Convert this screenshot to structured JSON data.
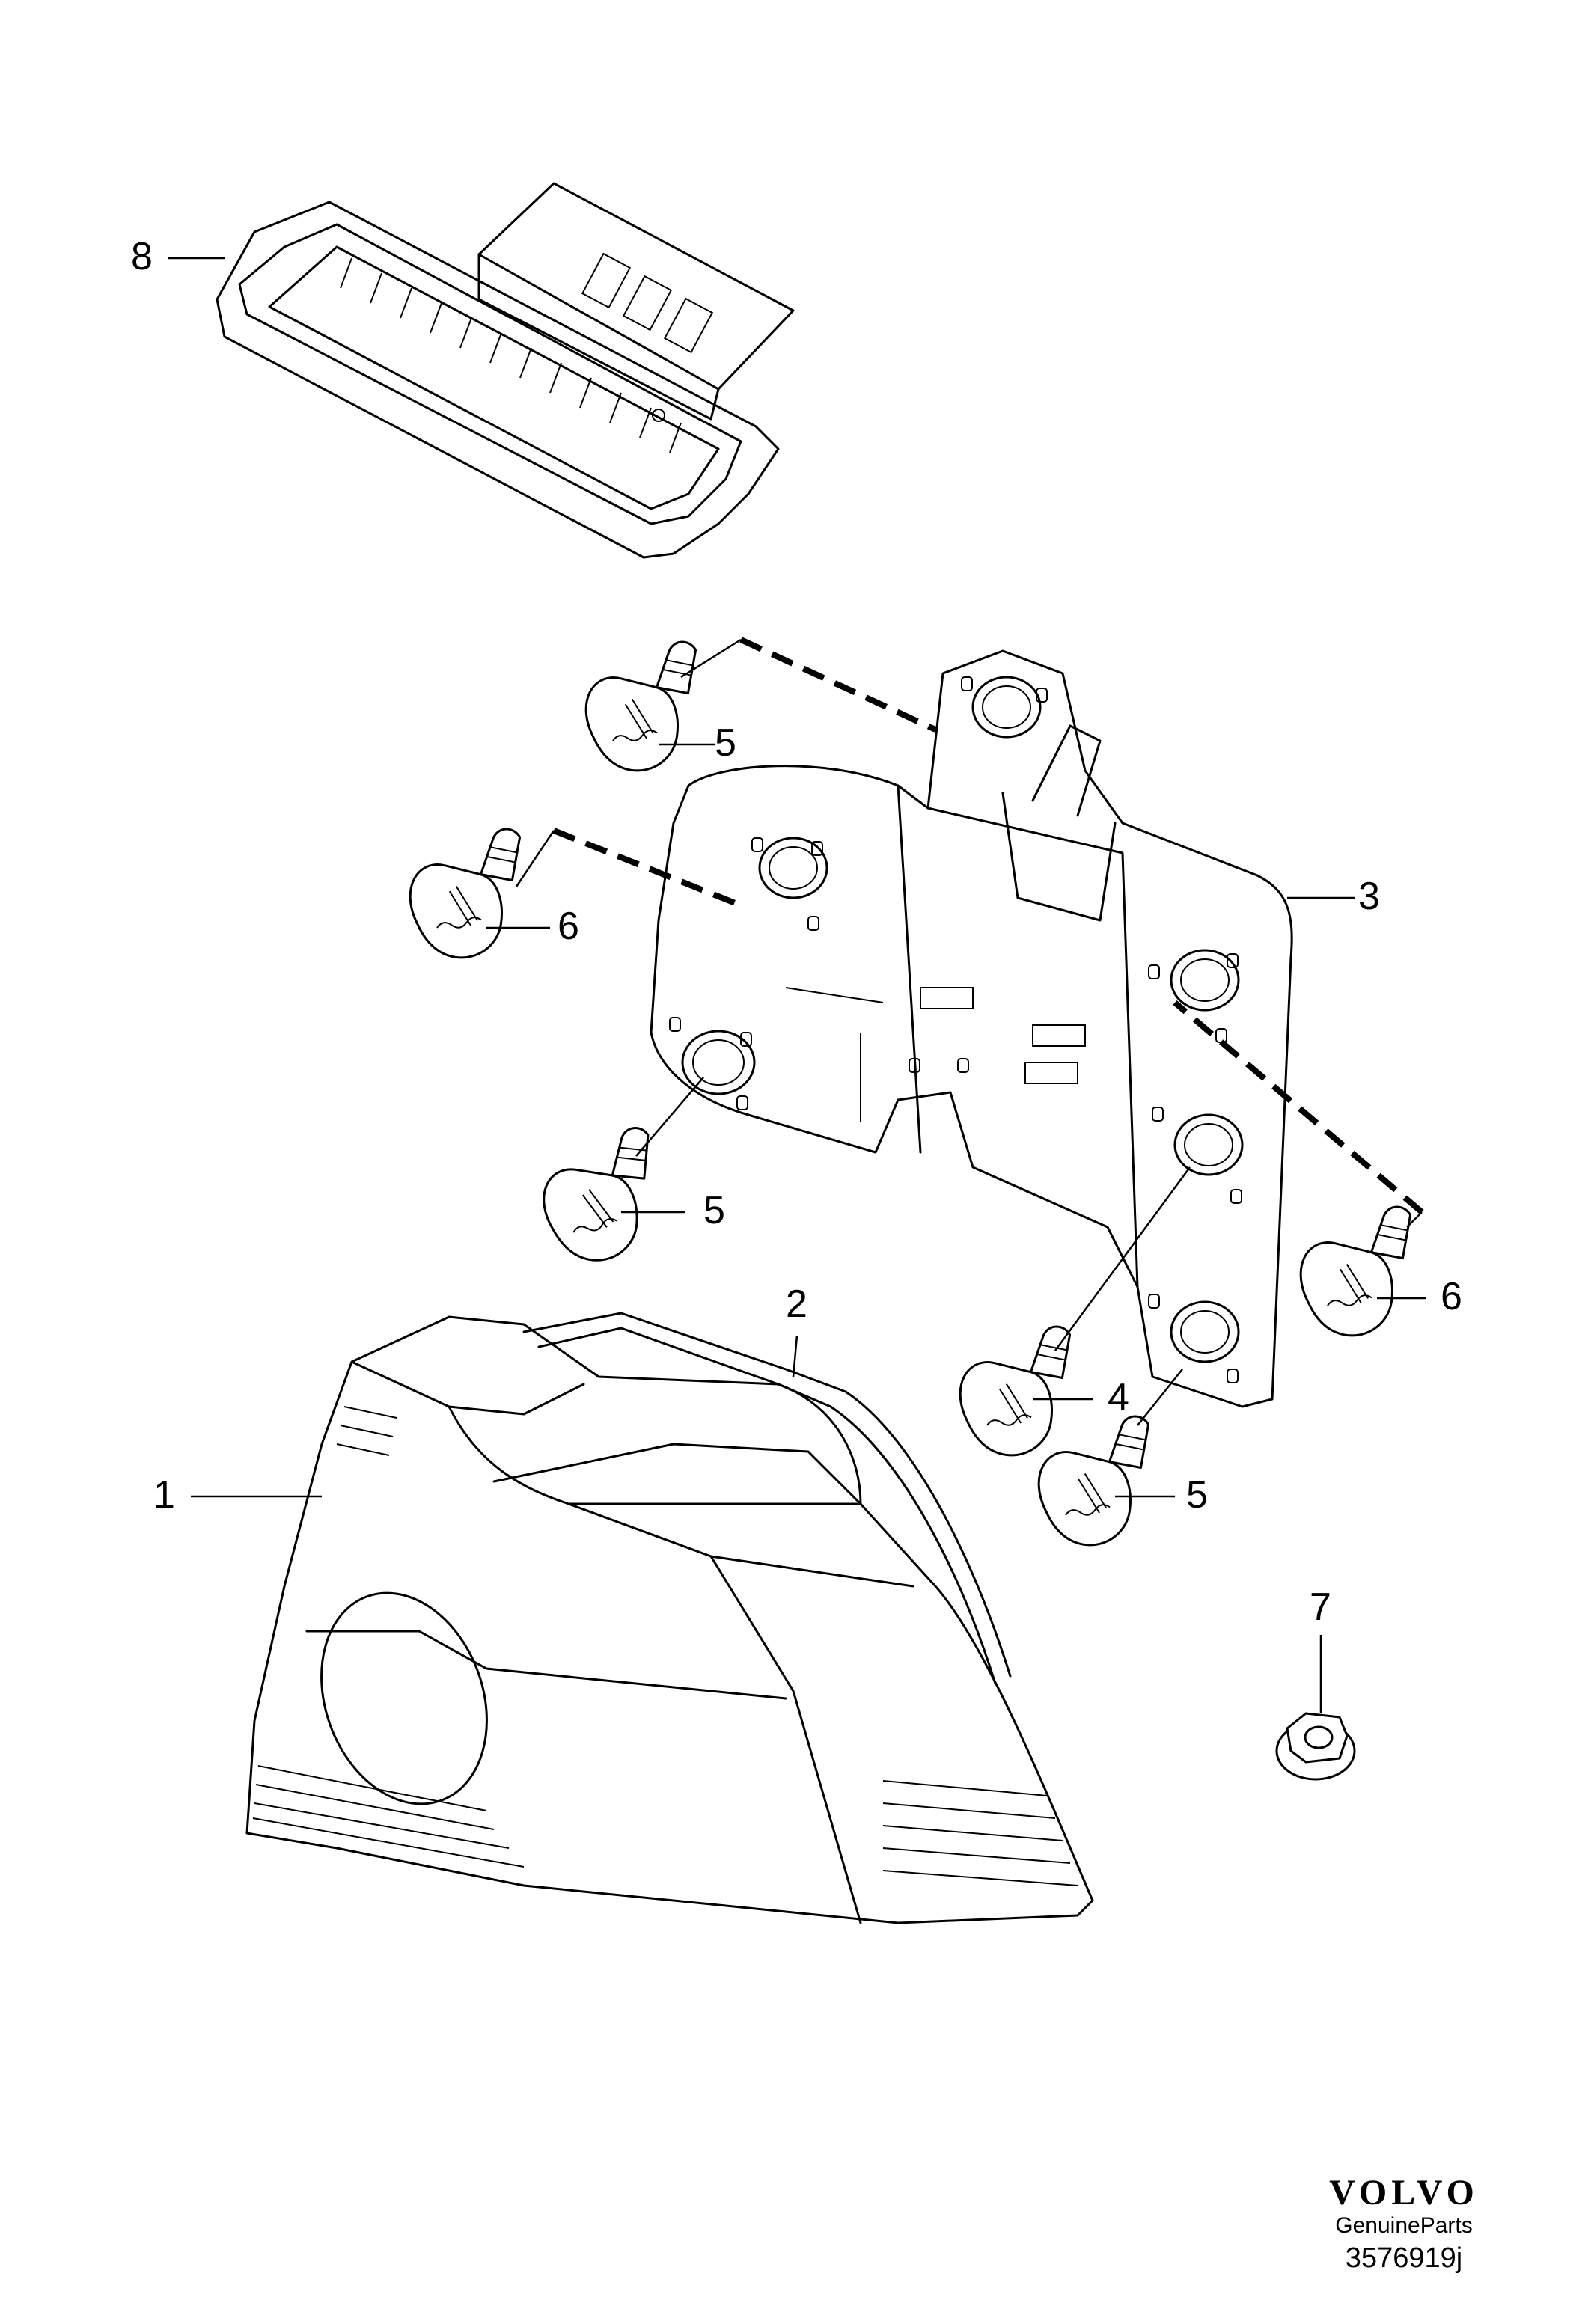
{
  "callouts": {
    "c1": "1",
    "c2": "2",
    "c3": "3",
    "c4": "4",
    "c5a": "5",
    "c5b": "5",
    "c5c": "5",
    "c6a": "6",
    "c6b": "6",
    "c7": "7",
    "c8": "8"
  },
  "brand": {
    "logo": "VOLVO",
    "subtitle": "GenuineParts",
    "drawing_number": "3576919j"
  }
}
